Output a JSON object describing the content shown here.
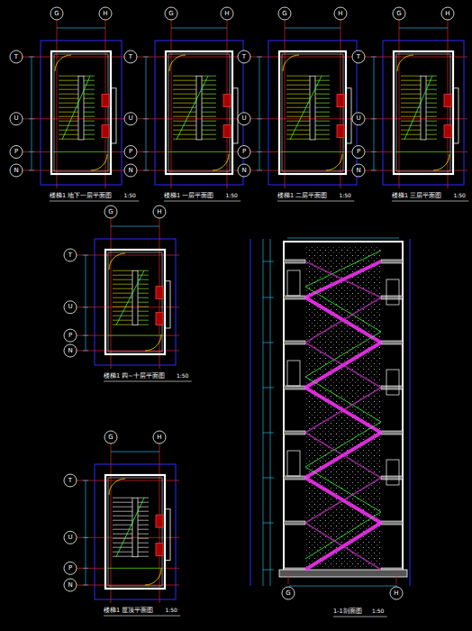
{
  "diagram": {
    "labels": [
      "G",
      "H",
      "T",
      "U",
      "P",
      "N",
      "楼梯1 地下一层平面图",
      "1:50",
      "G",
      "H",
      "T",
      "U",
      "P",
      "N",
      "楼梯1 一层平面图",
      "1:50",
      "G",
      "H",
      "T",
      "U",
      "P",
      "N",
      "楼梯1 二层平面图",
      "1:50",
      "G",
      "H",
      "T",
      "U",
      "P",
      "N",
      "楼梯1 三层平面图",
      "1:50",
      "G",
      "H",
      "T",
      "U",
      "P",
      "N",
      "楼梯1 四~十层平面图",
      "1:50",
      "G",
      "H",
      "T",
      "U",
      "P",
      "N",
      "楼梯1 屋顶平面图",
      "1:50",
      "1-1剖面图",
      "1:50",
      "G",
      "H"
    ]
  }
}
